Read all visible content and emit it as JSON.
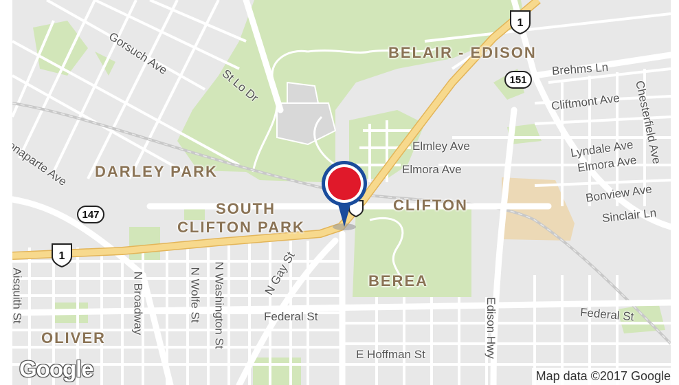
{
  "colors": {
    "land": "#e8e8e8",
    "park": "#d2e6b9",
    "highway": "#f7d98d",
    "road": "#ffffff",
    "rail": "#c0c0c0",
    "industrial": "#ecd9b6",
    "label_hood": "#8a7355",
    "label_street": "#555555",
    "pin_red": "#e0192a",
    "pin_blue": "#1a4c9c"
  },
  "neighborhoods": [
    {
      "id": "belair-edison",
      "text": "BELAIR - EDISON"
    },
    {
      "id": "darley-park",
      "text": "DARLEY PARK"
    },
    {
      "id": "south-clifton-park-1",
      "text": "SOUTH"
    },
    {
      "id": "south-clifton-park-2",
      "text": "CLIFTON PARK"
    },
    {
      "id": "clifton",
      "text": "CLIFTON"
    },
    {
      "id": "berea",
      "text": "BEREA"
    },
    {
      "id": "oliver",
      "text": "OLIVER"
    }
  ],
  "streets": [
    {
      "id": "gorsuch-ave",
      "text": "Gorsuch Ave"
    },
    {
      "id": "st-lo-dr",
      "text": "St Lo Dr"
    },
    {
      "id": "bonaparte-ave",
      "text": "onaparte Ave"
    },
    {
      "id": "brehms-ln",
      "text": "Brehms Ln"
    },
    {
      "id": "chesterfield-ave",
      "text": "Chesterfield Ave"
    },
    {
      "id": "cliftmont-ave",
      "text": "Cliftmont Ave"
    },
    {
      "id": "elmley-ave",
      "text": "Elmley Ave"
    },
    {
      "id": "elmora-ave-1",
      "text": "Elmora Ave"
    },
    {
      "id": "lyndale-ave",
      "text": "Lyndale Ave"
    },
    {
      "id": "elmora-ave-2",
      "text": "Elmora Ave"
    },
    {
      "id": "bonview-ave",
      "text": "Bonview Ave"
    },
    {
      "id": "sinclair-ln",
      "text": "Sinclair Ln"
    },
    {
      "id": "aisquith-st",
      "text": "Aisquith St"
    },
    {
      "id": "n-broadway",
      "text": "N Broadway"
    },
    {
      "id": "n-wolfe-st",
      "text": "N Wolfe St"
    },
    {
      "id": "n-washington-st",
      "text": "N Washington St"
    },
    {
      "id": "n-gay-st",
      "text": "N Gay St"
    },
    {
      "id": "federal-st-1",
      "text": "Federal St"
    },
    {
      "id": "federal-st-2",
      "text": "Federal St"
    },
    {
      "id": "edison-hwy",
      "text": "Edison Hwy"
    },
    {
      "id": "e-hoffman-st",
      "text": "E Hoffman St"
    }
  ],
  "shields": [
    {
      "id": "us-1-top",
      "type": "us",
      "text": "1"
    },
    {
      "id": "us-1-left",
      "type": "us",
      "text": "1"
    },
    {
      "id": "md-151",
      "type": "state",
      "text": "151"
    },
    {
      "id": "md-147",
      "type": "state",
      "text": "147"
    }
  ],
  "map_pin": {
    "icon": "map-pin-icon"
  },
  "branding": {
    "logo": "Google",
    "attribution": "Map data ©2017 Google"
  }
}
